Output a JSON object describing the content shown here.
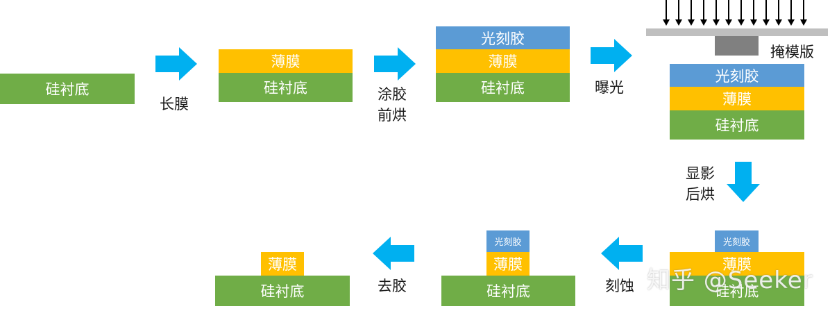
{
  "colors": {
    "substrate": "#70ad47",
    "film": "#ffc000",
    "photoresist": "#5b9bd5",
    "arrow": "#00b0f0",
    "mask": "#808080",
    "mask_plate": "#bfbfbf"
  },
  "layers": {
    "substrate": "硅衬底",
    "film": "薄膜",
    "photoresist": "光刻胶"
  },
  "steps": {
    "grow_film": "长膜",
    "coat_line1": "涂胶",
    "coat_line2": "前烘",
    "expose": "曝光",
    "mask": "掩模版",
    "develop_line1": "显影",
    "develop_line2": "后烘",
    "etch": "刻蚀",
    "strip": "去胶"
  },
  "watermark": "知乎 @Seeker"
}
